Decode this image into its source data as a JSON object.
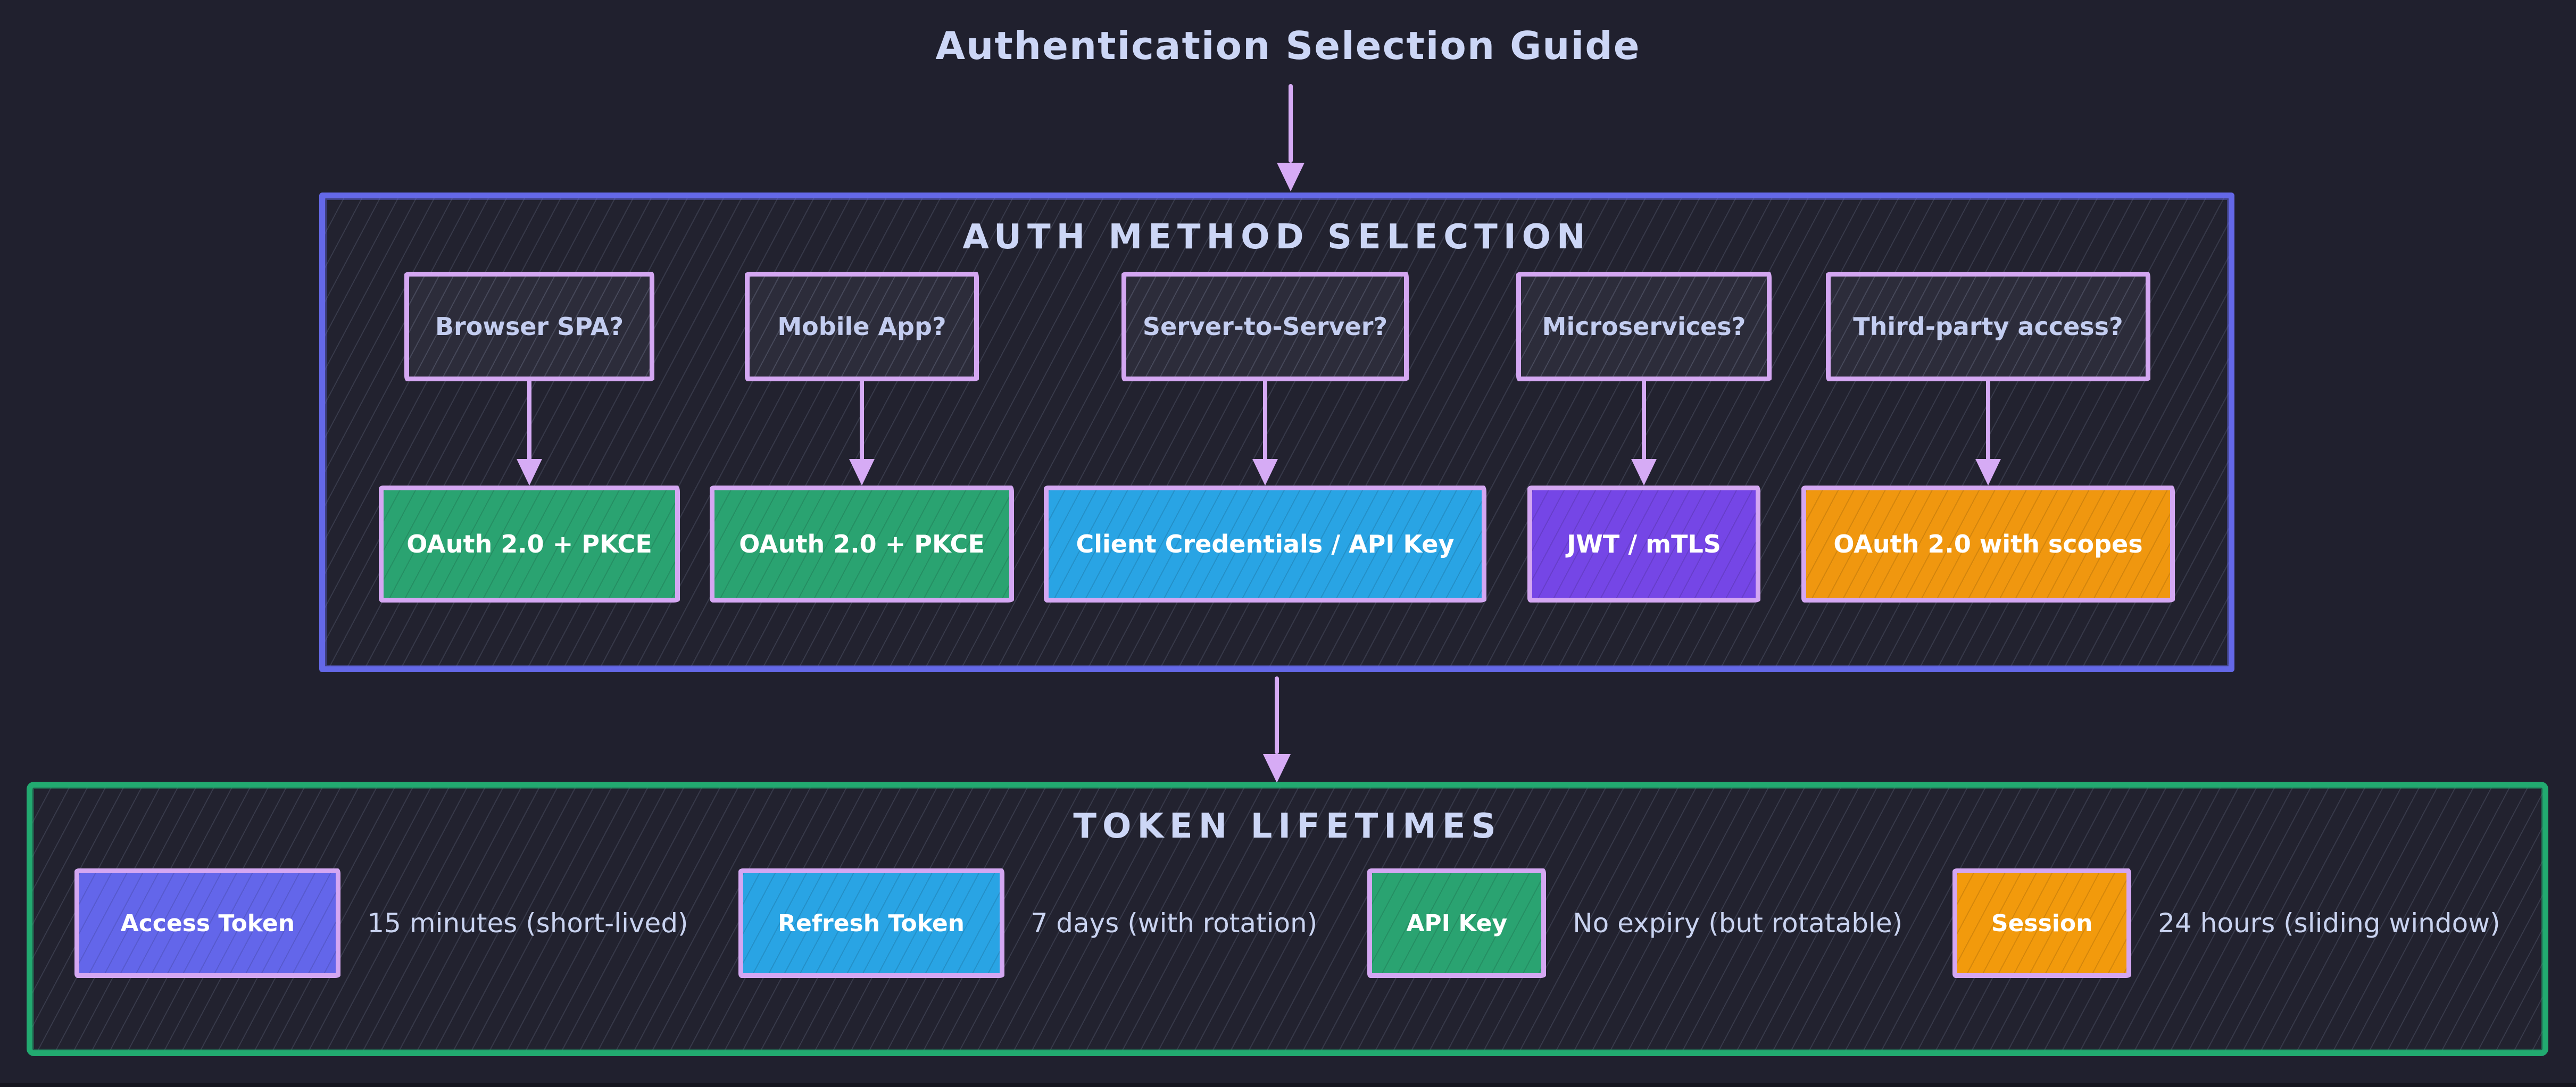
{
  "page": {
    "title": "Authentication Selection Guide",
    "background": "#20202e"
  },
  "style": {
    "box_border_color": "#d4a7f2",
    "arrow_color": "#d6abf5",
    "auth_panel_border": "#6468e8",
    "token_panel_border": "#22aa70",
    "heading_text_color": "#ccd6f6"
  },
  "auth_section": {
    "heading": "AUTH METHOD SELECTION",
    "decisions": [
      {
        "question": "Browser SPA?",
        "answer": "OAuth 2.0 + PKCE",
        "answer_color": "#2aa371"
      },
      {
        "question": "Mobile App?",
        "answer": "OAuth 2.0 + PKCE",
        "answer_color": "#2aa371"
      },
      {
        "question": "Server-to-Server?",
        "answer": "Client Credentials / API Key",
        "answer_color": "#29a4e4"
      },
      {
        "question": "Microservices?",
        "answer": "JWT / mTLS",
        "answer_color": "#7546e6"
      },
      {
        "question": "Third-party access?",
        "answer": "OAuth 2.0 with scopes",
        "answer_color": "#f0970f"
      }
    ]
  },
  "token_section": {
    "heading": "TOKEN LIFETIMES",
    "tokens": [
      {
        "label": "Access Token",
        "lifetime": "15 minutes (short-lived)",
        "color": "#6366ea"
      },
      {
        "label": "Refresh Token",
        "lifetime": "7 days (with rotation)",
        "color": "#29a4e4"
      },
      {
        "label": "API Key",
        "lifetime": "No expiry (but rotatable)",
        "color": "#2aa371"
      },
      {
        "label": "Session",
        "lifetime": "24 hours (sliding window)",
        "color": "#f29a0c"
      }
    ]
  }
}
